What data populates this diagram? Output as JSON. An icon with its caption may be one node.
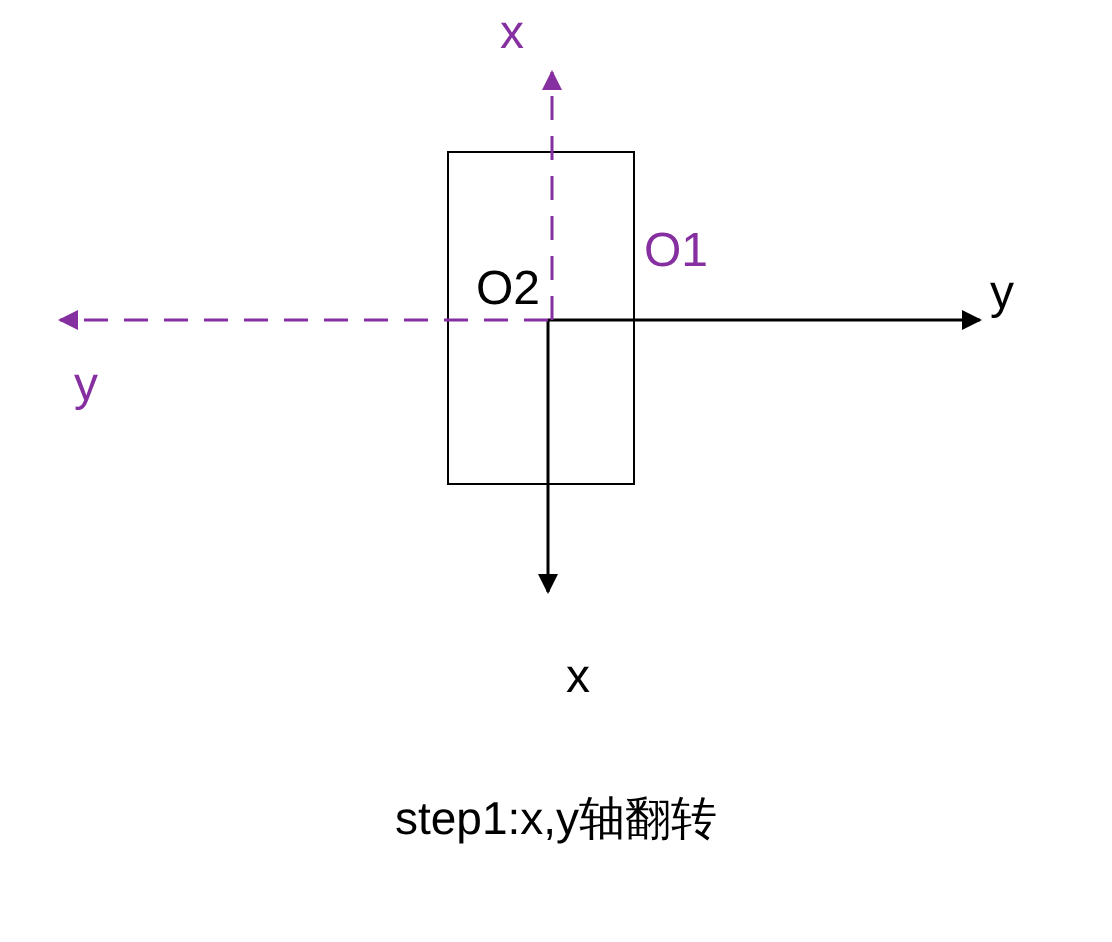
{
  "diagram": {
    "caption": "step1:x,y轴翻转",
    "labels": [
      "x",
      "O1",
      "y",
      "O2",
      "y",
      "x"
    ]
  }
}
